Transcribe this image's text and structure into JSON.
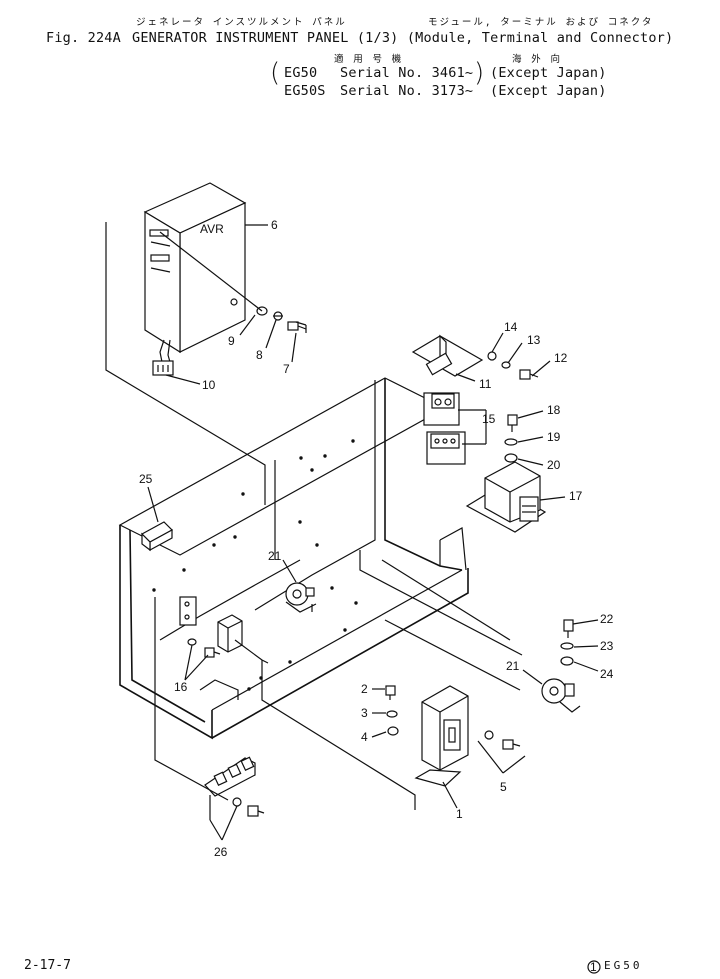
{
  "header": {
    "jp_title_left": "ジェネレータ インスツルメント パネル",
    "jp_title_right": "モジュール, ターミナル および コネクタ",
    "fig_label": "Fig. 224A",
    "title": "GENERATOR INSTRUMENT PANEL (1/3) (Module, Terminal and Connector)",
    "jp_serial_label": "適 用 号 機",
    "jp_export_label": "海 外 向",
    "serial_lines": [
      {
        "model": "EG50",
        "serial": "Serial No. 3461~",
        "region": "(Except Japan)"
      },
      {
        "model": "EG50S",
        "serial": "Serial No. 3173~",
        "region": "(Except Japan)"
      }
    ]
  },
  "diagram": {
    "module_label": "AVR",
    "part_numbers": [
      "1",
      "2",
      "3",
      "4",
      "5",
      "6",
      "7",
      "8",
      "9",
      "10",
      "11",
      "12",
      "13",
      "14",
      "15",
      "16",
      "17",
      "18",
      "19",
      "20",
      "21",
      "21",
      "22",
      "23",
      "24",
      "25",
      "26"
    ]
  },
  "footer": {
    "page": "2-17-7",
    "model_mark": "EG50",
    "circle_number": "1"
  }
}
